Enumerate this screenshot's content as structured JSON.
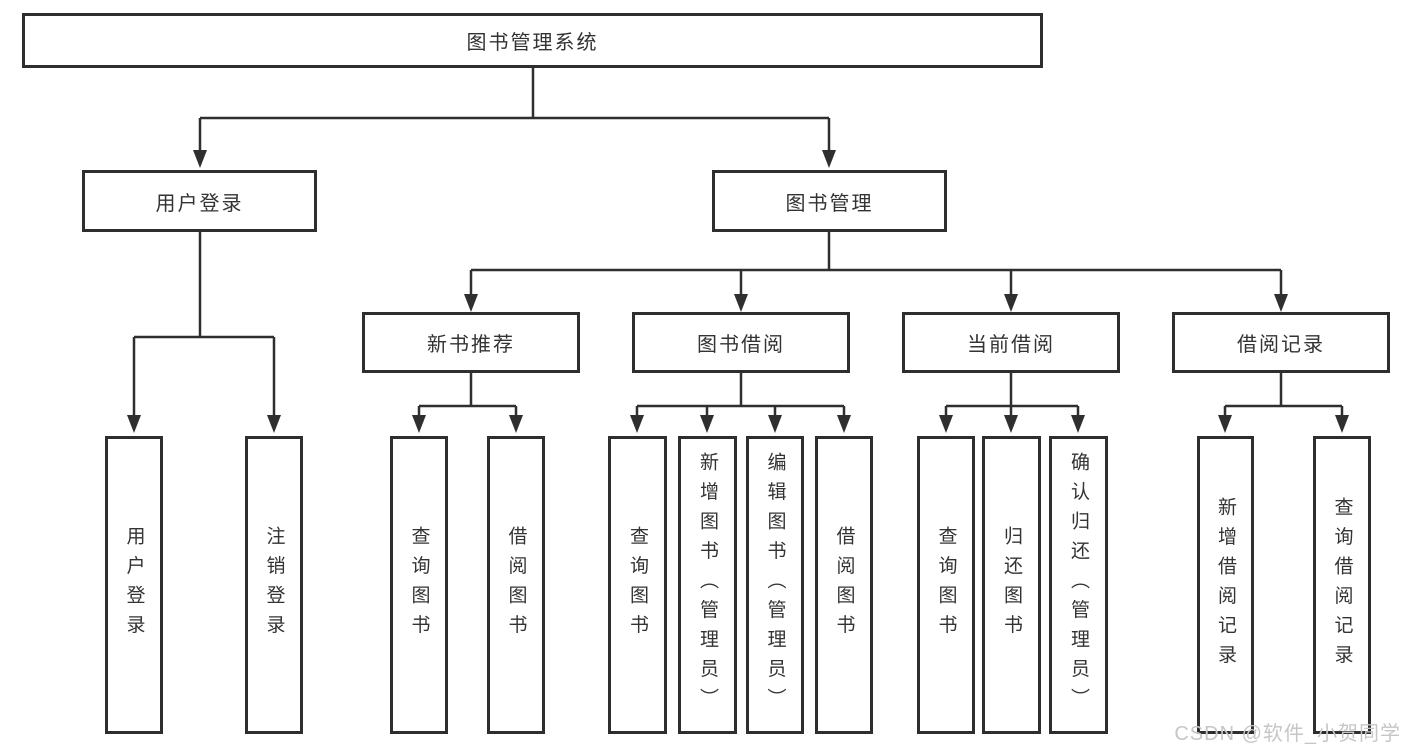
{
  "diagram": {
    "title": "图书管理系统",
    "nodes": {
      "root": "图书管理系统",
      "user_login": "用户登录",
      "book_mgmt": "图书管理",
      "new_books": "新书推荐",
      "book_borrow": "图书借阅",
      "current_borrow": "当前借阅",
      "borrow_records": "借阅记录"
    },
    "leaves": {
      "user_login": "用户登录",
      "logout": "注销登录",
      "nb_query": "查询图书",
      "nb_borrow": "借阅图书",
      "bb_query": "查询图书",
      "bb_add": "新增图书（管理员）",
      "bb_edit": "编辑图书（管理员）",
      "bb_borrow": "借阅图书",
      "cb_query": "查询图书",
      "cb_return": "归还图书",
      "cb_confirm": "确认归还（管理员）",
      "br_add": "新增借阅记录",
      "br_query": "查询借阅记录"
    },
    "colors": {
      "line": "#2f2f2f",
      "border": "#2e2e2e",
      "text": "#333333",
      "watermark": "#c6c6c6",
      "background": "#ffffff"
    },
    "watermark": "CSDN @软件_小贺同学"
  }
}
